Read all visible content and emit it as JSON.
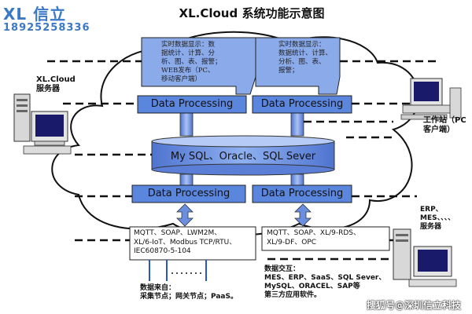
{
  "logo": {
    "brand": "XL 信立",
    "phone": "18925258336"
  },
  "title": "XL.Cloud 系统功能示意图",
  "server_label": [
    "XL.Cloud",
    "服务器"
  ],
  "workstation_label": [
    "工作站（PC",
    "客户端）"
  ],
  "erp_server_label": [
    "ERP、",
    "MES、、、、",
    "服务器"
  ],
  "bubble_left": [
    "实时数据显示：数",
    "据统计、计算、分",
    "析、图、表、报警；",
    "WEB发布（PC、",
    "移动客户端）"
  ],
  "bubble_right": [
    "实时数据显示：",
    "数据统计、计算、",
    "分析、图、表、",
    "报警；"
  ],
  "data_processing": [
    "Data Processing",
    "Data Processing",
    "Data Processing",
    "Data Processing"
  ],
  "database": "My SQL、Oracle、SQL Sever",
  "protocols_left": [
    "MQTT、SOAP、LWM2M、",
    "XL/6-IoT、Modbus TCP/RTU、",
    "IEC60870-5-104"
  ],
  "protocols_right": [
    "MQTT、SOAP、XL/9-RDS、",
    "XL/9-DF、OPC"
  ],
  "data_source": [
    "数据来自：",
    "采集节点；网关节点；PaaS。"
  ],
  "data_exchange": [
    "数据交互：",
    "MES、ERP、SaaS、SQL Sever、",
    "MySQL、ORACEL、SAP等",
    "第三方应用软件。"
  ],
  "watermark": "搜狐号@深圳信立科技",
  "colors": {
    "blue_box": "#5b86dd",
    "db_body": "#6e8fe0",
    "bubble": "#8aaaea",
    "arrow": "#6a8ee0",
    "line": "#000000"
  }
}
